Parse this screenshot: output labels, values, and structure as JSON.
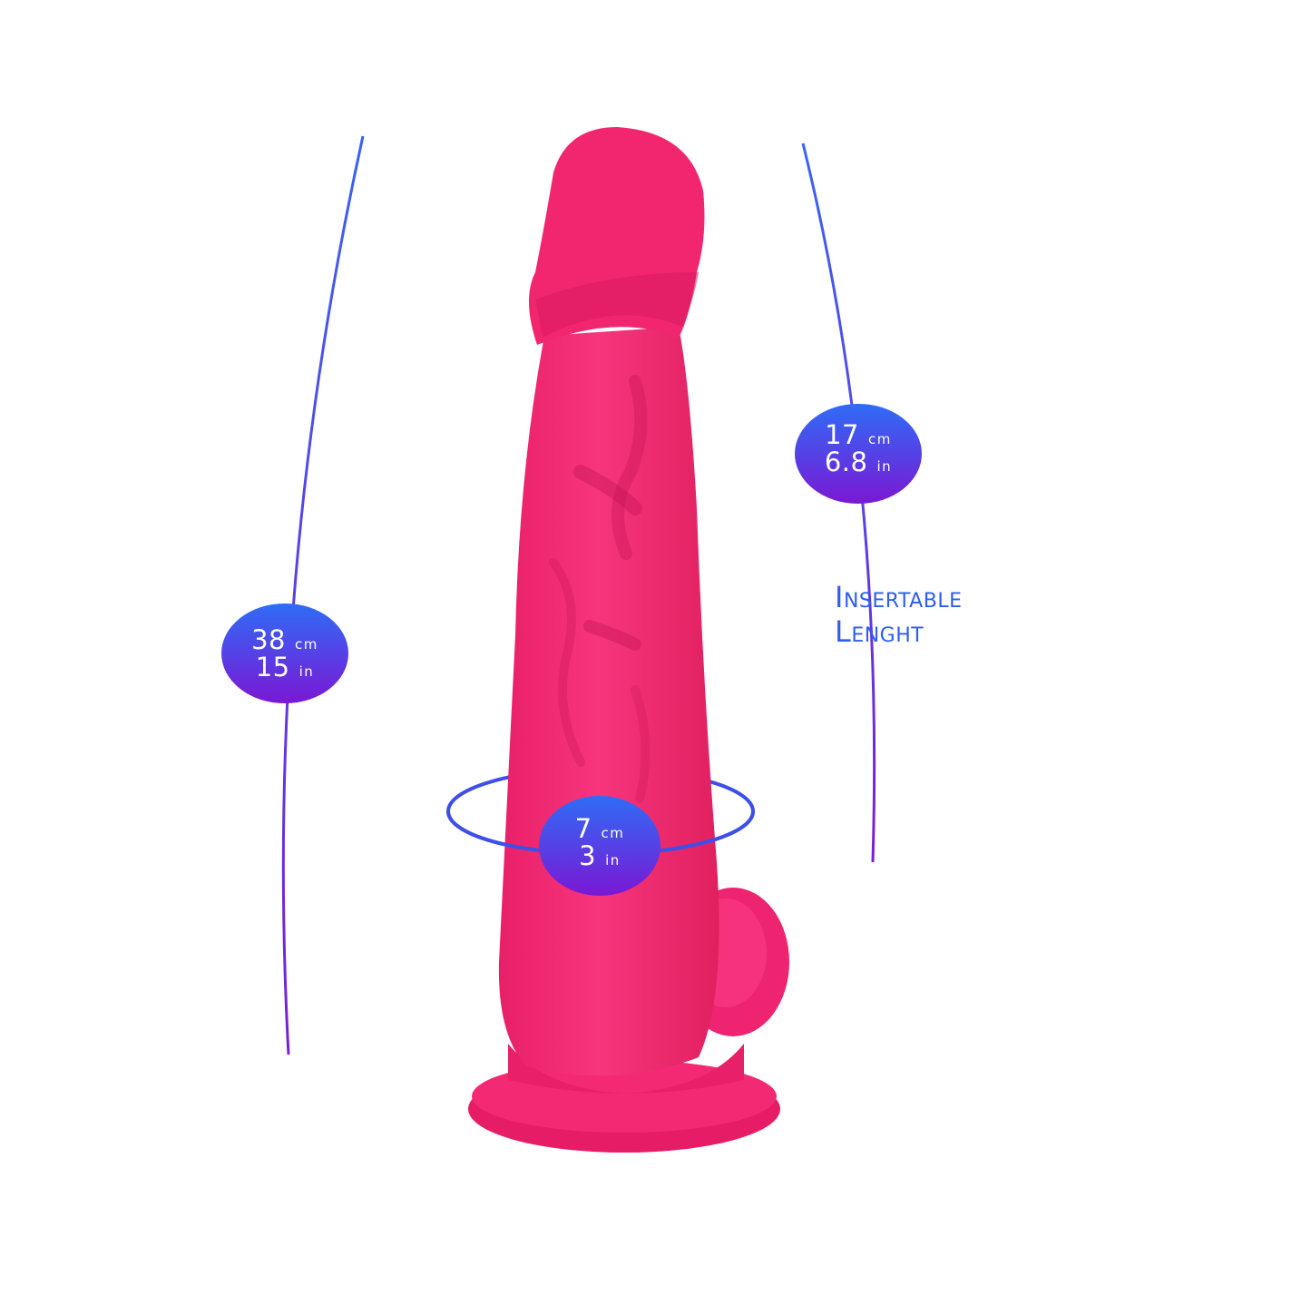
{
  "colors": {
    "product": "#f2266f",
    "product_shadow": "#c9175a",
    "accent_top": "#3366f5",
    "accent_bottom": "#7a1ed6",
    "label": "#2e5df0",
    "background": "#ffffff"
  },
  "measurements": {
    "total_length": {
      "cm_value": "38",
      "cm_unit": "cm",
      "in_value": "15",
      "in_unit": "in"
    },
    "insertable_length": {
      "cm_value": "17",
      "cm_unit": "cm",
      "in_value": "6.8",
      "in_unit": "in"
    },
    "girth": {
      "cm_value": "7",
      "cm_unit": "cm",
      "in_value": "3",
      "in_unit": "in"
    }
  },
  "insertable_label": {
    "line1": "Insertable",
    "line2": "Lenght"
  }
}
